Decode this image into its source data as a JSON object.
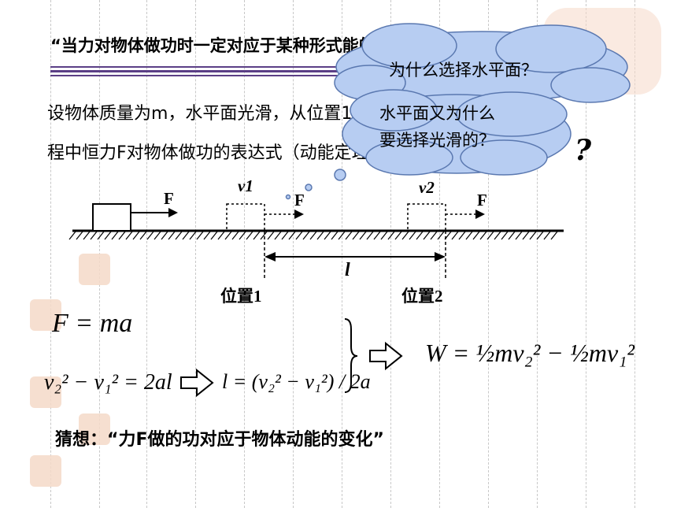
{
  "title": "“当力对物体做功时一定对应于某种形式能的变化”",
  "para_line1": "设物体质量为m，水平面光滑，从位置1到位置2的过",
  "para_line2": "程中恒力F对物体做功的表达式（动能定理）",
  "cloud1": "为什么选择水平面？",
  "cloud2_line1": "水平面又为什么",
  "cloud2_line2": "要选择光滑的？",
  "question_mark": "?",
  "diagram": {
    "force_label": "F",
    "v1": "v1",
    "v2": "v2",
    "distance": "l",
    "position1": "位置1",
    "position2": "位置2"
  },
  "equations": {
    "newton": "F = ma",
    "kinematics": "v₂² − v₁² = 2al",
    "distance": "l = (v₂² − v₁²) / 2a",
    "work": "W = ½mv₂² − ½mv₁²"
  },
  "conclusion": "猜想：“力F做的功对应于物体动能的变化”",
  "colors": {
    "rule": "#5b3f86",
    "cloud_fill": "#b7cdf2",
    "cloud_stroke": "#5a78b0",
    "stamp": "#f5d9c8"
  }
}
